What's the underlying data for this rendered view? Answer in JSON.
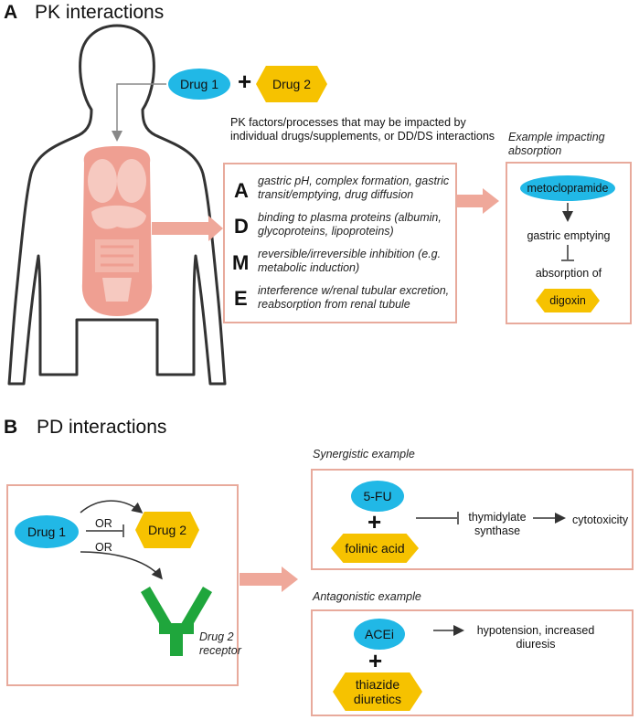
{
  "panel_a": {
    "letter": "A",
    "title": "PK interactions",
    "drug1": "Drug 1",
    "plus": "+",
    "drug2": "Drug 2",
    "factors_heading": "PK factors/processes that may be impacted by individual drugs/supplements, or DD/DS interactions",
    "adme": [
      {
        "letter": "A",
        "text": "gastric pH, complex formation, gastric transit/emptying, drug diffusion"
      },
      {
        "letter": "D",
        "text": "binding to plasma proteins (albumin, glycoproteins, lipoproteins)"
      },
      {
        "letter": "M",
        "text": "reversible/irreversible inhibition (e.g. metabolic induction)"
      },
      {
        "letter": "E",
        "text": "interference w/renal tubular excretion, reabsorption from renal tubule"
      }
    ],
    "example_heading": "Example impacting absorption",
    "example": {
      "drug": "metoclopramide",
      "effect": "gastric emptying",
      "target_label": "absorption of",
      "target_drug": "digoxin"
    }
  },
  "panel_b": {
    "letter": "B",
    "title": "PD interactions",
    "drug1": "Drug 1",
    "or1": "OR",
    "or2": "OR",
    "drug2": "Drug 2",
    "receptor_label": "Drug 2 receptor",
    "synergistic": {
      "heading": "Synergistic example",
      "drug_a": "5-FU",
      "plus": "+",
      "drug_b": "folinic acid",
      "target": "thymidylate synthase",
      "outcome": "cytotoxicity"
    },
    "antagonistic": {
      "heading": "Antagonistic example",
      "drug_a": "ACEi",
      "plus": "+",
      "drug_b": "thiazide diuretics",
      "outcome": "hypotension, increased diuresis"
    }
  },
  "colors": {
    "box_border": "#e8aa9c",
    "arrow": "#efa89a",
    "drug_blue": "#21b8e6",
    "drug_yellow": "#f6c200",
    "receptor_green": "#1fa63c",
    "organs": "#ef9f92",
    "body_outline": "#333333"
  },
  "icons": [
    "human-body-icon",
    "organs-icon",
    "receptor-icon"
  ]
}
